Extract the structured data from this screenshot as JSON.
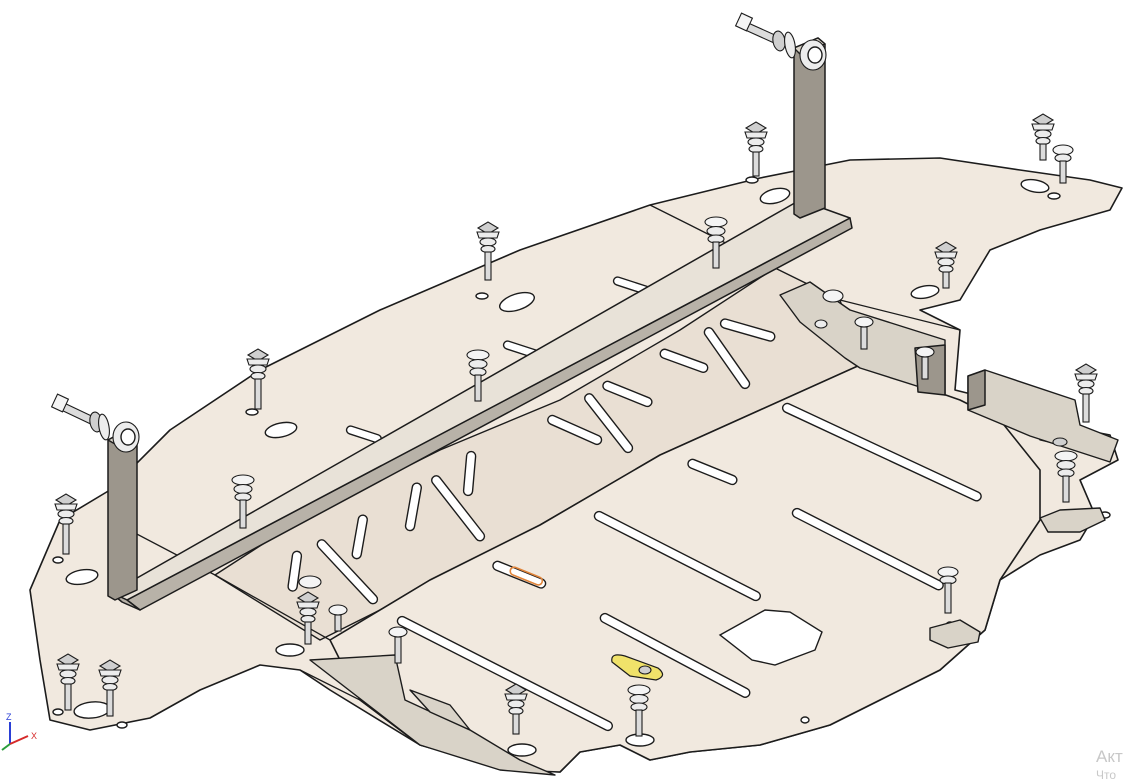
{
  "axis_indicator": {
    "z_label": "Z",
    "x_label": "X",
    "z_color": "#2a3fd6",
    "x_color": "#d62a2a",
    "y_color": "#2a9d3a"
  },
  "watermark": {
    "line1": "Акт",
    "line2": "Что"
  },
  "colors": {
    "plate": "#f1e9df",
    "bracket": "#9c968c",
    "highlight_yellow": "#f0e26a",
    "highlight_orange": "#e0843a"
  }
}
